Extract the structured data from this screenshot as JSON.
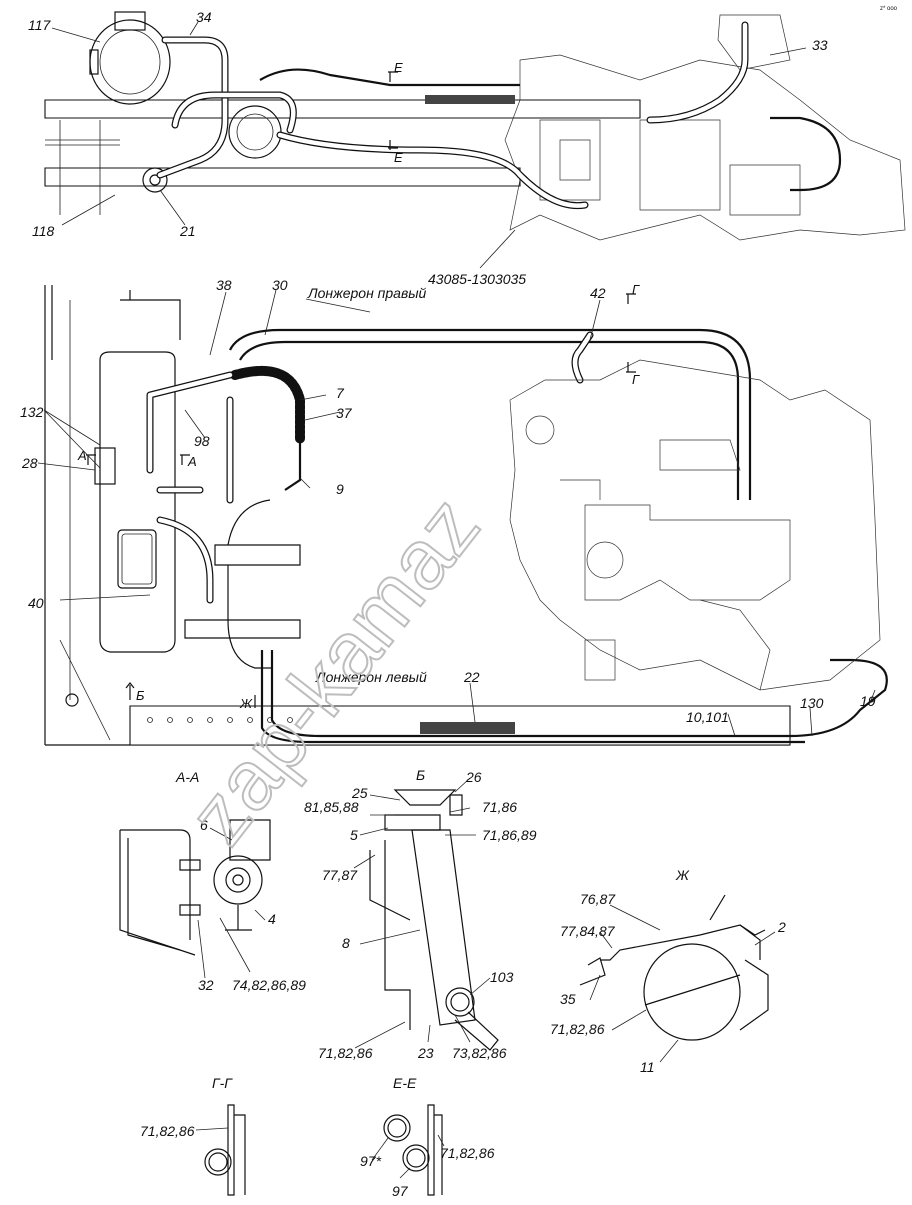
{
  "corner_mark": "z* ooo",
  "watermark": "zap-kamaz",
  "labels": {
    "l117": "117",
    "l34": "34",
    "l33": "33",
    "l118": "118",
    "l21": "21",
    "partnum": "43085-1303035",
    "secE_top": "Е",
    "secE_bot": "Е",
    "l38": "38",
    "l30": "30",
    "rail_right": "Лонжерон правый",
    "l42": "42",
    "secG_top": "Г",
    "secG_bot": "Г",
    "l7": "7",
    "l37": "37",
    "l132": "132",
    "l98": "98",
    "l28": "28",
    "secA_left": "А",
    "secA_right": "А",
    "l9": "9",
    "l40": "40",
    "rail_left": "Лонжерон левый",
    "l22": "22",
    "secB": "Б",
    "secZh": "Ж",
    "l130": "130",
    "l19": "19",
    "l10101": "10,101"
  },
  "detailAA": {
    "title": "А-А",
    "l6": "6",
    "l4": "4",
    "l32": "32",
    "l74": "74,82,86,89"
  },
  "detailB": {
    "title": "Б",
    "l25": "25",
    "l26": "26",
    "l818588": "81,85,88",
    "l7186a": "71,86",
    "l5": "5",
    "l718689": "71,86,89",
    "l7787": "77,87",
    "l8": "8",
    "l103": "103",
    "l718286": "71,82,86",
    "l23": "23",
    "l738286": "73,82,86"
  },
  "detailZh": {
    "title": "Ж",
    "l7687": "76,87",
    "l2": "2",
    "l778487": "77,84,87",
    "l35": "35",
    "l718286": "71,82,86",
    "l11": "11"
  },
  "detailGG": {
    "title": "Г-Г",
    "l718286": "71,82,86"
  },
  "detailEE": {
    "title": "Е-Е",
    "l97s": "97*",
    "l718286": "71,82,86",
    "l97": "97"
  }
}
